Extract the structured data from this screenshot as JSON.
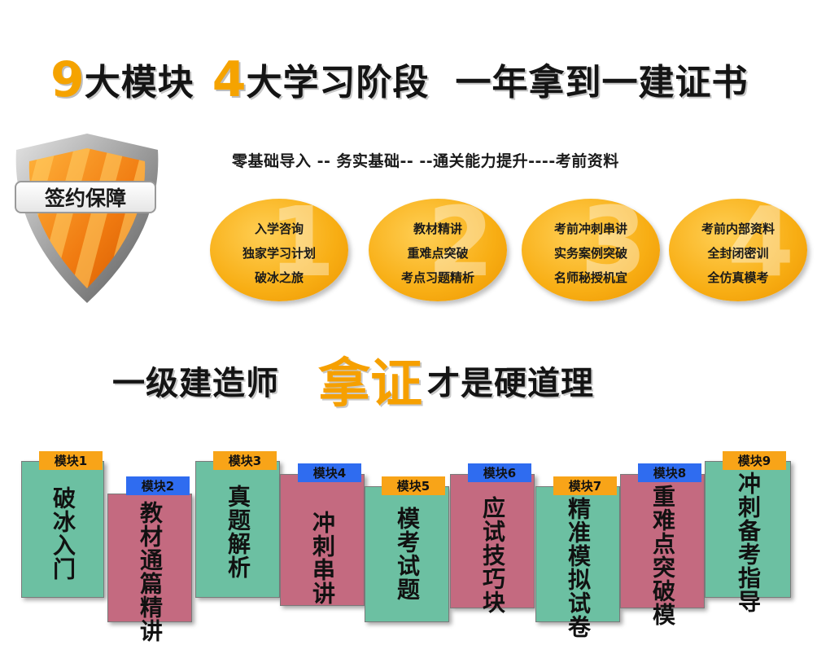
{
  "headline": {
    "num1": "9",
    "text1": "大模块",
    "num2": "4",
    "text2": "大学习阶段",
    "text3": "一年拿到一建证书"
  },
  "shield": {
    "label": "签约保障"
  },
  "stages": {
    "row": "零基础导入  -- 务实基础-- --通关能力提升----考前资料",
    "circles": [
      {
        "number": "1",
        "items": [
          "入学咨询",
          "独家学习计划",
          "破冰之旅"
        ]
      },
      {
        "number": "2",
        "items": [
          "教材精讲",
          "重难点突破",
          "考点习题精析"
        ]
      },
      {
        "number": "3",
        "items": [
          "考前冲刺串讲",
          "实务案例突破",
          "名师秘授机宜"
        ]
      },
      {
        "number": "4",
        "items": [
          "考前内部资料",
          "全封闭密训",
          "全仿真模考"
        ]
      }
    ]
  },
  "headline2": {
    "part1": "一级建造师",
    "highlight": "拿证",
    "part2": "才是硬道理"
  },
  "modules": [
    {
      "tag": "模块1",
      "name": "破冰入门",
      "card_color": "green",
      "tag_color": "orange"
    },
    {
      "tag": "模块2",
      "name": "教材通篇精讲",
      "card_color": "red",
      "tag_color": "blue"
    },
    {
      "tag": "模块3",
      "name": "真题解析",
      "card_color": "green",
      "tag_color": "orange"
    },
    {
      "tag": "模块4",
      "name": "冲刺串讲",
      "card_color": "red",
      "tag_color": "blue"
    },
    {
      "tag": "模块5",
      "name": "模考试题",
      "card_color": "green",
      "tag_color": "orange"
    },
    {
      "tag": "模块6",
      "name": "应试技巧块",
      "card_color": "red",
      "tag_color": "blue"
    },
    {
      "tag": "模块7",
      "name": "精准模拟试卷",
      "card_color": "green",
      "tag_color": "orange"
    },
    {
      "tag": "模块8",
      "name": "重难点突破模",
      "card_color": "red",
      "tag_color": "blue"
    },
    {
      "tag": "模块9",
      "name": "冲刺备考指导",
      "card_color": "green",
      "tag_color": "orange"
    }
  ],
  "colors": {
    "orange": "#f8a418",
    "blue": "#2f6cf0",
    "green": "#6cc0a2",
    "red": "#c46a80"
  }
}
